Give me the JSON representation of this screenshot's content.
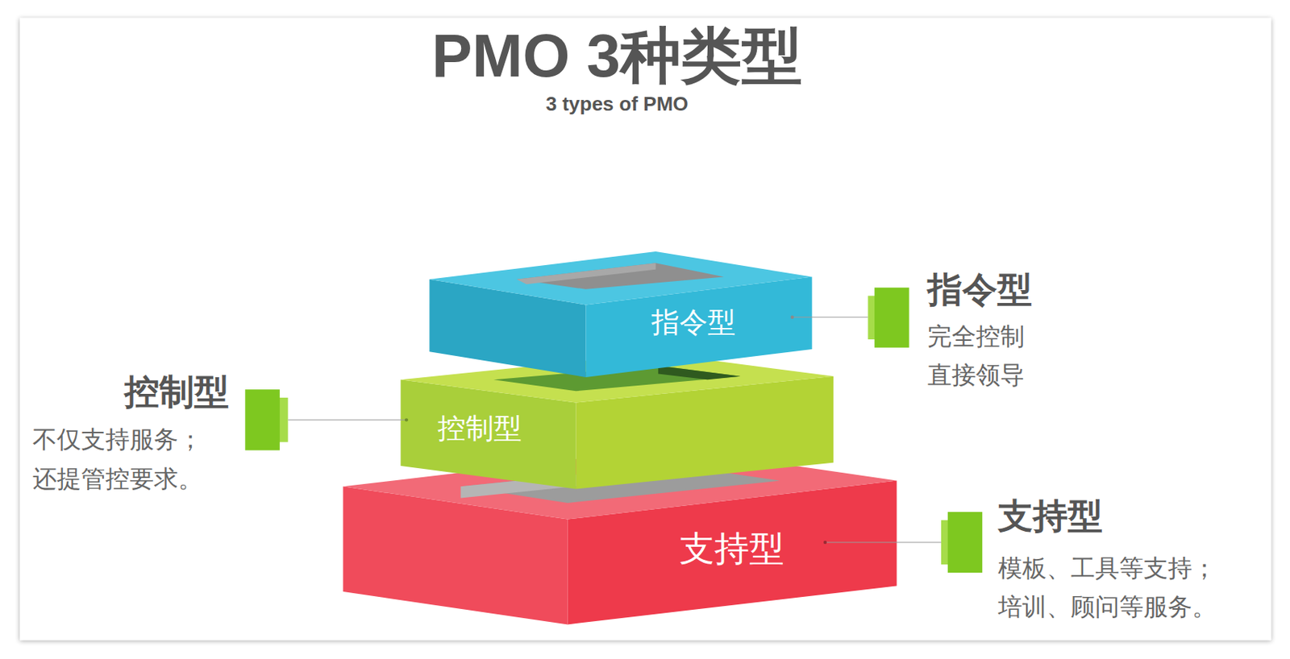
{
  "diagram": {
    "title": "PMO 3种类型",
    "nodes": [
      {
        "text": [
          "指令型"
        ]
      },
      {
        "text": [
          "控制型"
        ]
      },
      {
        "text": [
          "支持型"
        ]
      }
    ],
    "labels": [
      "3 types of PMO",
      "指令型",
      "完全控制 直接领导",
      "控制型",
      "不仅支持服务； 还提管控要求。",
      "支持型",
      "模板、工具等支持； 培训、顾问等服务。"
    ]
  }
}
